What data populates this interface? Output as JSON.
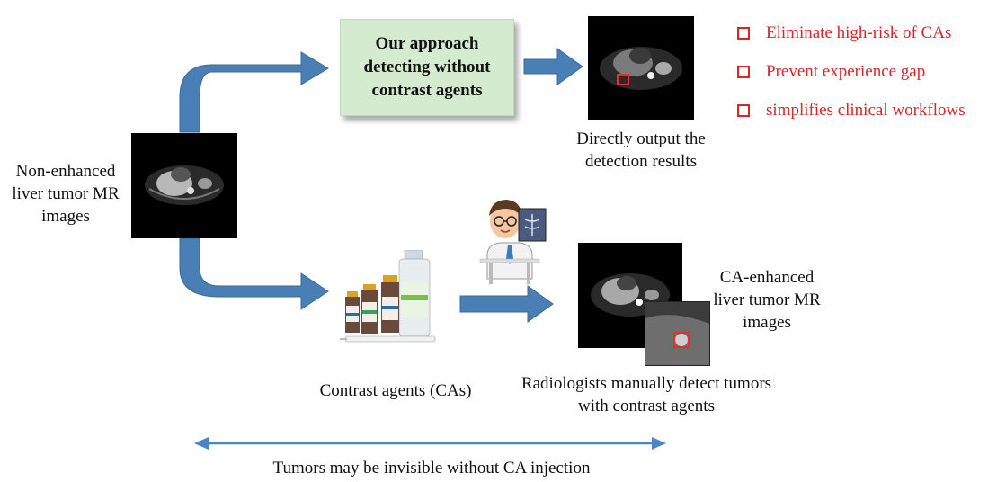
{
  "input": {
    "label_lines": [
      "Non-enhanced",
      "liver tumor MR",
      "images"
    ]
  },
  "approach": {
    "lines": [
      "Our approach",
      "detecting without",
      "contrast agents"
    ]
  },
  "direct_output": {
    "lines": [
      "Directly output the",
      "detection results"
    ]
  },
  "benefits": [
    "Eliminate high-risk of CAs",
    "Prevent experience gap",
    "simplifies clinical workflows"
  ],
  "contrast_agents": {
    "label": "Contrast agents (CAs)"
  },
  "enhanced": {
    "label_lines": [
      "CA-enhanced",
      "liver tumor MR",
      "images"
    ]
  },
  "radiologists": {
    "lines": [
      "Radiologists manually detect tumors",
      "with contrast agents"
    ]
  },
  "footer": {
    "note": "Tumors may be invisible without CA injection"
  },
  "colors": {
    "arrow_blue": "#4a7fb5",
    "arrow_outline": "#3b6a9a",
    "approach_fill": "#d5ebd0",
    "benefit_red": "#d8262a",
    "highlight_red": "#e03030",
    "double_arrow": "#4a86c5"
  }
}
